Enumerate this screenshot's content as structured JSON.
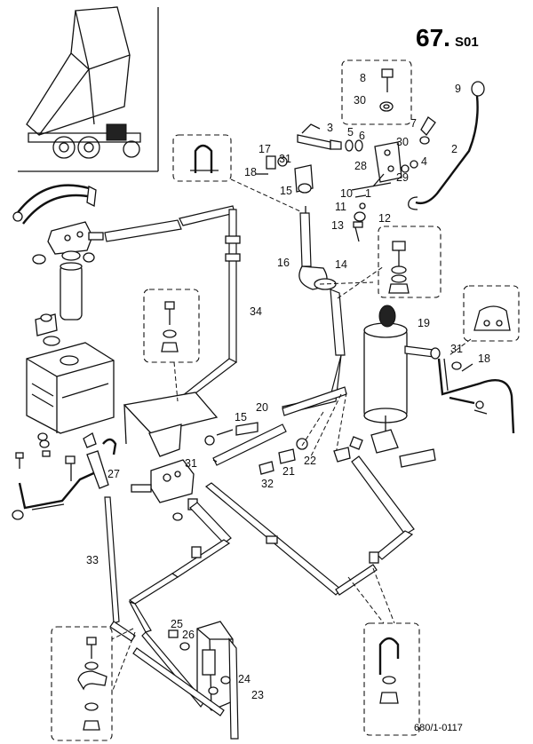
{
  "header": {
    "page_number": "67.",
    "page_suffix": "S01"
  },
  "footer": {
    "drawing_ref": "680/1-0117"
  },
  "callouts": [
    "1",
    "2",
    "3",
    "4",
    "5",
    "6",
    "7",
    "8",
    "9",
    "10",
    "11",
    "12",
    "13",
    "14",
    "15",
    "15",
    "16",
    "17",
    "18",
    "18",
    "19",
    "20",
    "21",
    "22",
    "23",
    "24",
    "25",
    "26",
    "27",
    "28",
    "29",
    "30",
    "30",
    "31",
    "31",
    "31",
    "32",
    "33",
    "34"
  ]
}
